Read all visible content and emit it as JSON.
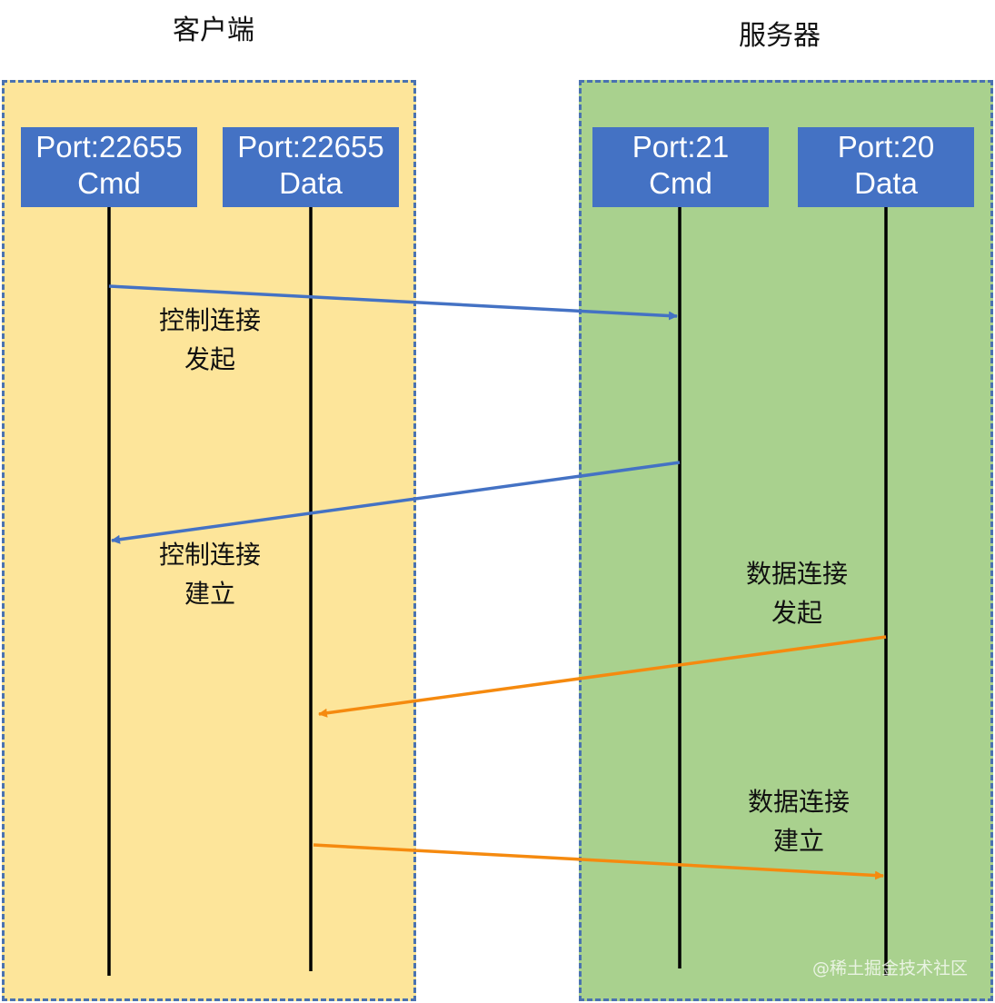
{
  "client": {
    "title": "客户端",
    "cmd_port": {
      "line1": "Port:22655",
      "line2": "Cmd"
    },
    "data_port": {
      "line1": "Port:22655",
      "line2": "Data"
    }
  },
  "server": {
    "title": "服务器",
    "cmd_port": {
      "line1": "Port:21",
      "line2": "Cmd"
    },
    "data_port": {
      "line1": "Port:20",
      "line2": "Data"
    }
  },
  "steps": [
    {
      "line1": "控制连接",
      "line2": "发起"
    },
    {
      "line1": "控制连接",
      "line2": "建立"
    },
    {
      "line1": "数据连接",
      "line2": "发起"
    },
    {
      "line1": "数据连接",
      "line2": "建立"
    }
  ],
  "watermark": "@稀土掘金技术社区",
  "colors": {
    "client_zone": "#fde59a",
    "server_zone": "#a9d18e",
    "zone_border": "#4a72b0",
    "port_box": "#4472c4",
    "control_arrow": "#4472c4",
    "data_arrow": "#f58a0f",
    "lifeline": "#000000"
  }
}
